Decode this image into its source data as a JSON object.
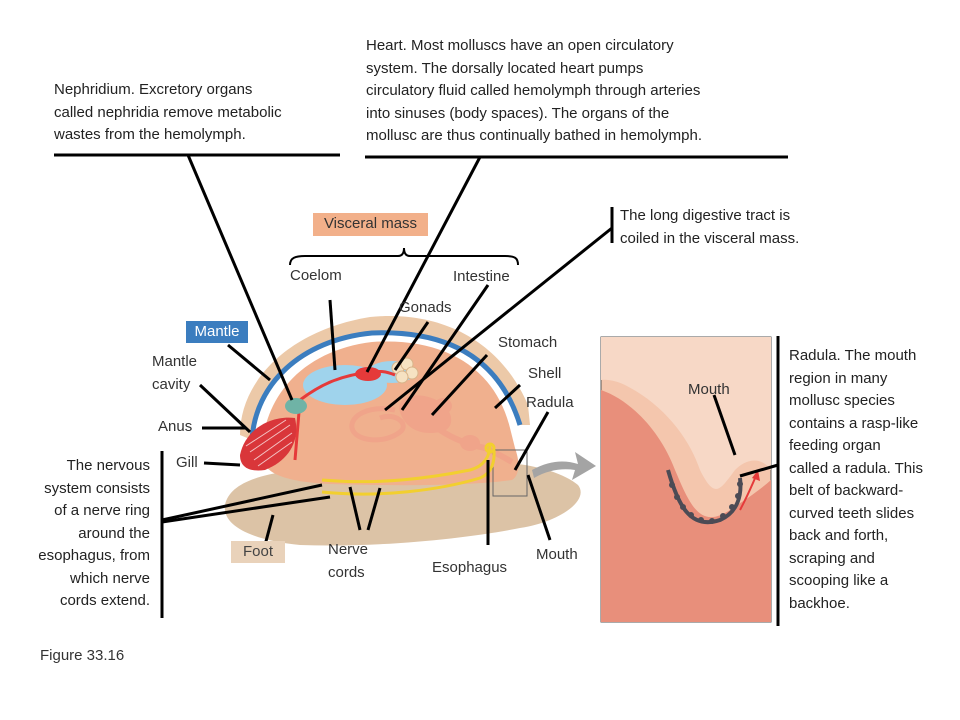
{
  "callouts": {
    "nephridium": [
      "Nephridium. Excretory organs",
      "called nephridia remove metabolic",
      "wastes from the hemolymph."
    ],
    "heart": [
      "Heart. Most molluscs have an open circulatory",
      "system. The dorsally located heart pumps",
      "circulatory fluid called hemolymph through arteries",
      "into sinuses (body spaces). The organs of the",
      "mollusc are thus continually bathed in hemolymph."
    ],
    "digestive": [
      "The long digestive tract is",
      "coiled in the visceral mass."
    ],
    "radula": [
      "Radula. The mouth",
      "region in many",
      "mollusc species",
      "contains a rasp-like",
      "feeding organ",
      "called a radula. This",
      "belt of backward-",
      "curved teeth slides",
      "back and forth,",
      "scraping and",
      "scooping like a",
      "backhoe."
    ],
    "nervous": [
      "The nervous",
      "system consists",
      "of a nerve ring",
      "around the",
      "esophagus, from",
      "which nerve",
      "cords extend."
    ]
  },
  "labels": {
    "visceral_mass": "Visceral mass",
    "coelom": "Coelom",
    "intestine": "Intestine",
    "gonads": "Gonads",
    "mantle": "Mantle",
    "stomach": "Stomach",
    "mantle_cavity_1": "Mantle",
    "mantle_cavity_2": "cavity",
    "shell": "Shell",
    "radula": "Radula",
    "anus": "Anus",
    "gill": "Gill",
    "foot": "Foot",
    "nerve_cords_1": "Nerve",
    "nerve_cords_2": "cords",
    "esophagus": "Esophagus",
    "mouth": "Mouth",
    "inset_mouth": "Mouth"
  },
  "figure_caption": "Figure 33.16",
  "colors": {
    "body": "#f0b08e",
    "shell_outer": "#ecc9a8",
    "mantle_blue": "#3b7dbf",
    "foot": "#dcc3a6",
    "gill_red": "#d9363a",
    "nerve_yellow": "#f2cf2f",
    "coelom_blue": "#9fd3ec",
    "organ_pink": "#f0a48a"
  }
}
